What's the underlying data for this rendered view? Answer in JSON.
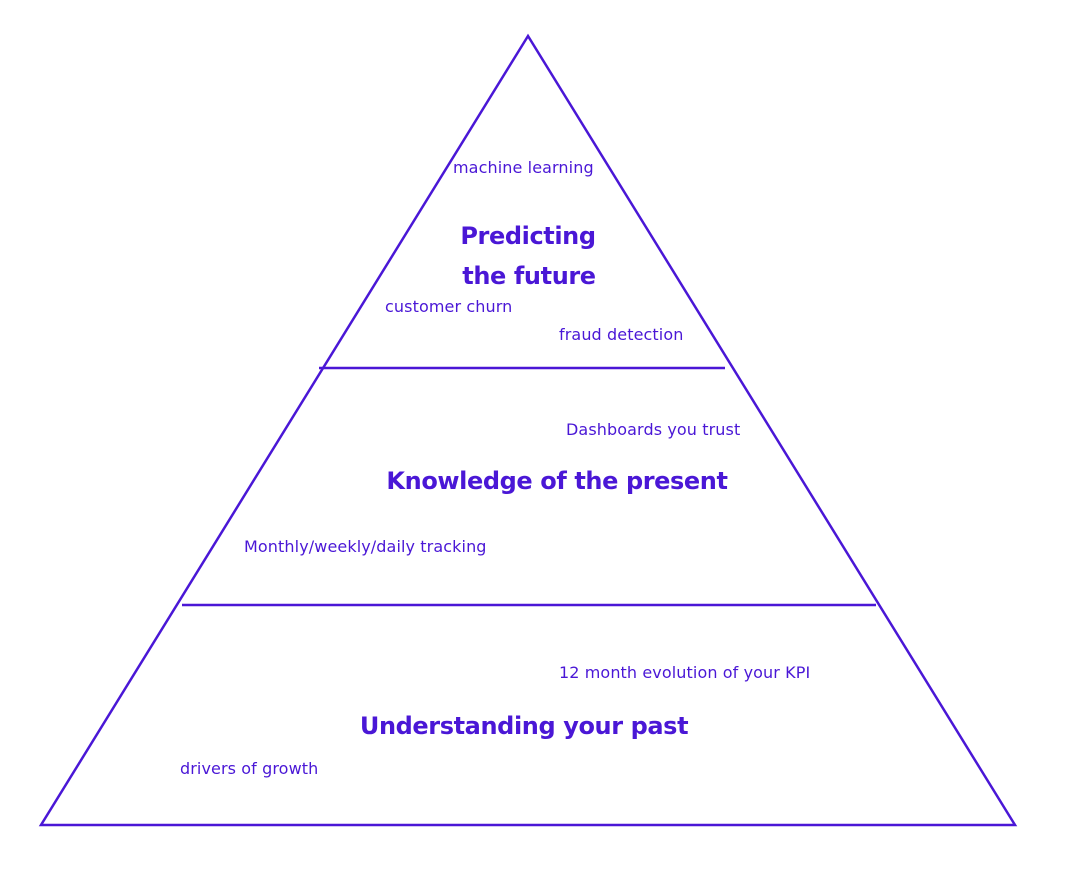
{
  "colors": {
    "accent": "#4a17d6",
    "background": "#ffffff"
  },
  "tiers": {
    "top": {
      "title_line1": "Predicting",
      "title_line2": "the future",
      "notes": {
        "machine_learning": "machine learning",
        "customer_churn": "customer churn",
        "fraud_detection": "fraud detection"
      }
    },
    "middle": {
      "title": "Knowledge of the present",
      "notes": {
        "dashboards": "Dashboards you trust",
        "tracking": "Monthly/weekly/daily tracking"
      }
    },
    "bottom": {
      "title": "Understanding your past",
      "notes": {
        "kpi": "12 month evolution of your KPI",
        "growth": "drivers of growth"
      }
    }
  }
}
